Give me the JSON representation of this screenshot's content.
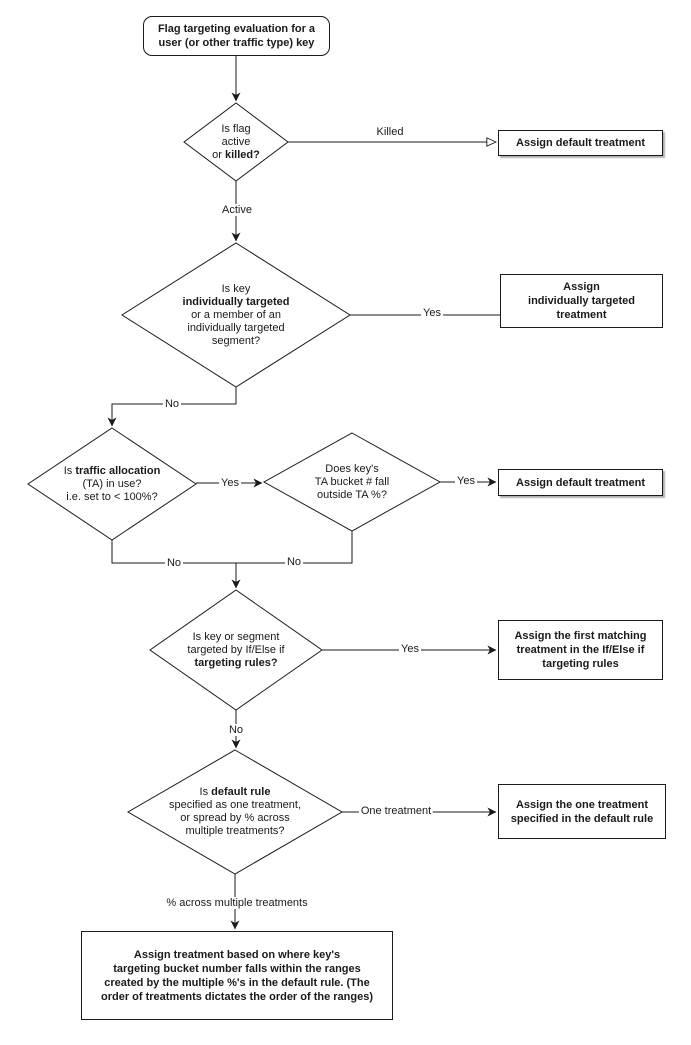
{
  "colors": {
    "stroke": "#1a1a1a",
    "background": "#ffffff"
  },
  "nodes": {
    "start": {
      "text": "Flag targeting evaluation for a\nuser (or other traffic type) key"
    },
    "flag_status": {
      "l1": "Is flag",
      "l2": "active",
      "l3a": "or ",
      "l3b": "killed?"
    },
    "assign_default_killed": {
      "text": "Assign default treatment"
    },
    "individually_targeted": {
      "l1": "Is key",
      "l2": "individually targeted",
      "l3": "or a member of an",
      "l4": "individually targeted",
      "l5": "segment?"
    },
    "assign_individual": {
      "text": "Assign\nindividually targeted\ntreatment"
    },
    "traffic_allocation": {
      "l1a": "Is ",
      "l1b": "traffic allocation",
      "l2": "(TA) in use?",
      "l3": "i.e. set to < 100%?"
    },
    "ta_bucket": {
      "l1": "Does key's",
      "l2": "TA bucket # fall",
      "l3": "outside TA %?"
    },
    "assign_default_ta": {
      "text": "Assign default treatment"
    },
    "targeting_rules": {
      "l1": "Is key or segment",
      "l2": "targeted by If/Else if",
      "l3": "targeting rules?"
    },
    "assign_first_matching": {
      "text": "Assign the first matching\ntreatment in the If/Else if\ntargeting rules"
    },
    "default_rule": {
      "l1a": "Is ",
      "l1b": "default rule",
      "l2": "specified as one treatment,",
      "l3": "or spread by % across",
      "l4": "multiple treatments?"
    },
    "assign_one_treatment": {
      "text": "Assign the one treatment\nspecified in the default rule"
    },
    "assign_by_ranges": {
      "text": "Assign treatment based on where key's\ntargeting bucket number falls within the ranges\ncreated by the multiple %'s in the default rule. (The\norder of treatments dictates the order of the ranges)"
    }
  },
  "edge_labels": {
    "killed": "Killed",
    "active": "Active",
    "yes_individual": "Yes",
    "no_individual": "No",
    "yes_ta": "Yes",
    "yes_bucket": "Yes",
    "no_ta": "No",
    "no_bucket": "No",
    "yes_rules": "Yes",
    "no_rules": "No",
    "one_treatment": "One treatment",
    "pct_across": "% across multiple treatments"
  }
}
